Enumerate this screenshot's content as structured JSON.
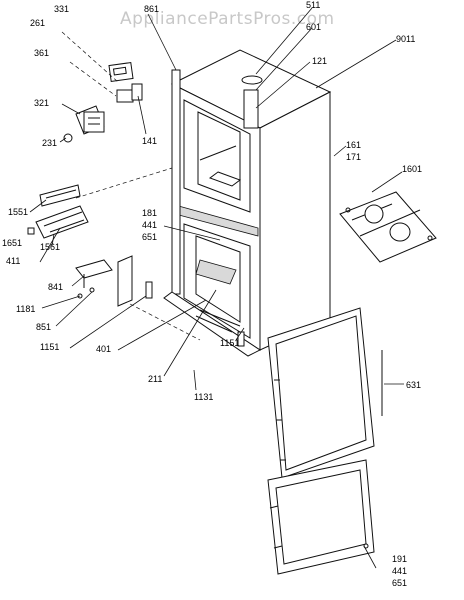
{
  "watermark": "AppliancePartsPros.com",
  "callouts": {
    "c331": "331",
    "c261": "261",
    "c361": "361",
    "c321": "321",
    "c231": "231",
    "c141": "141",
    "c861": "861",
    "c511": "511",
    "c601": "601",
    "c9011": "9011",
    "c121": "121",
    "c161": "161",
    "c171": "171",
    "c1601": "1601",
    "c1551": "1551",
    "c1651": "1651",
    "c411": "411",
    "c1561": "1561",
    "c841": "841",
    "c1181": "1181",
    "c851": "851",
    "c1151a": "1151",
    "c401": "401",
    "c181": "181",
    "c441a": "441",
    "c651a": "651",
    "c1151b": "1151",
    "c211": "211",
    "c1131": "1131",
    "c631": "631",
    "c191": "191",
    "c441b": "441",
    "c651b": "651"
  }
}
